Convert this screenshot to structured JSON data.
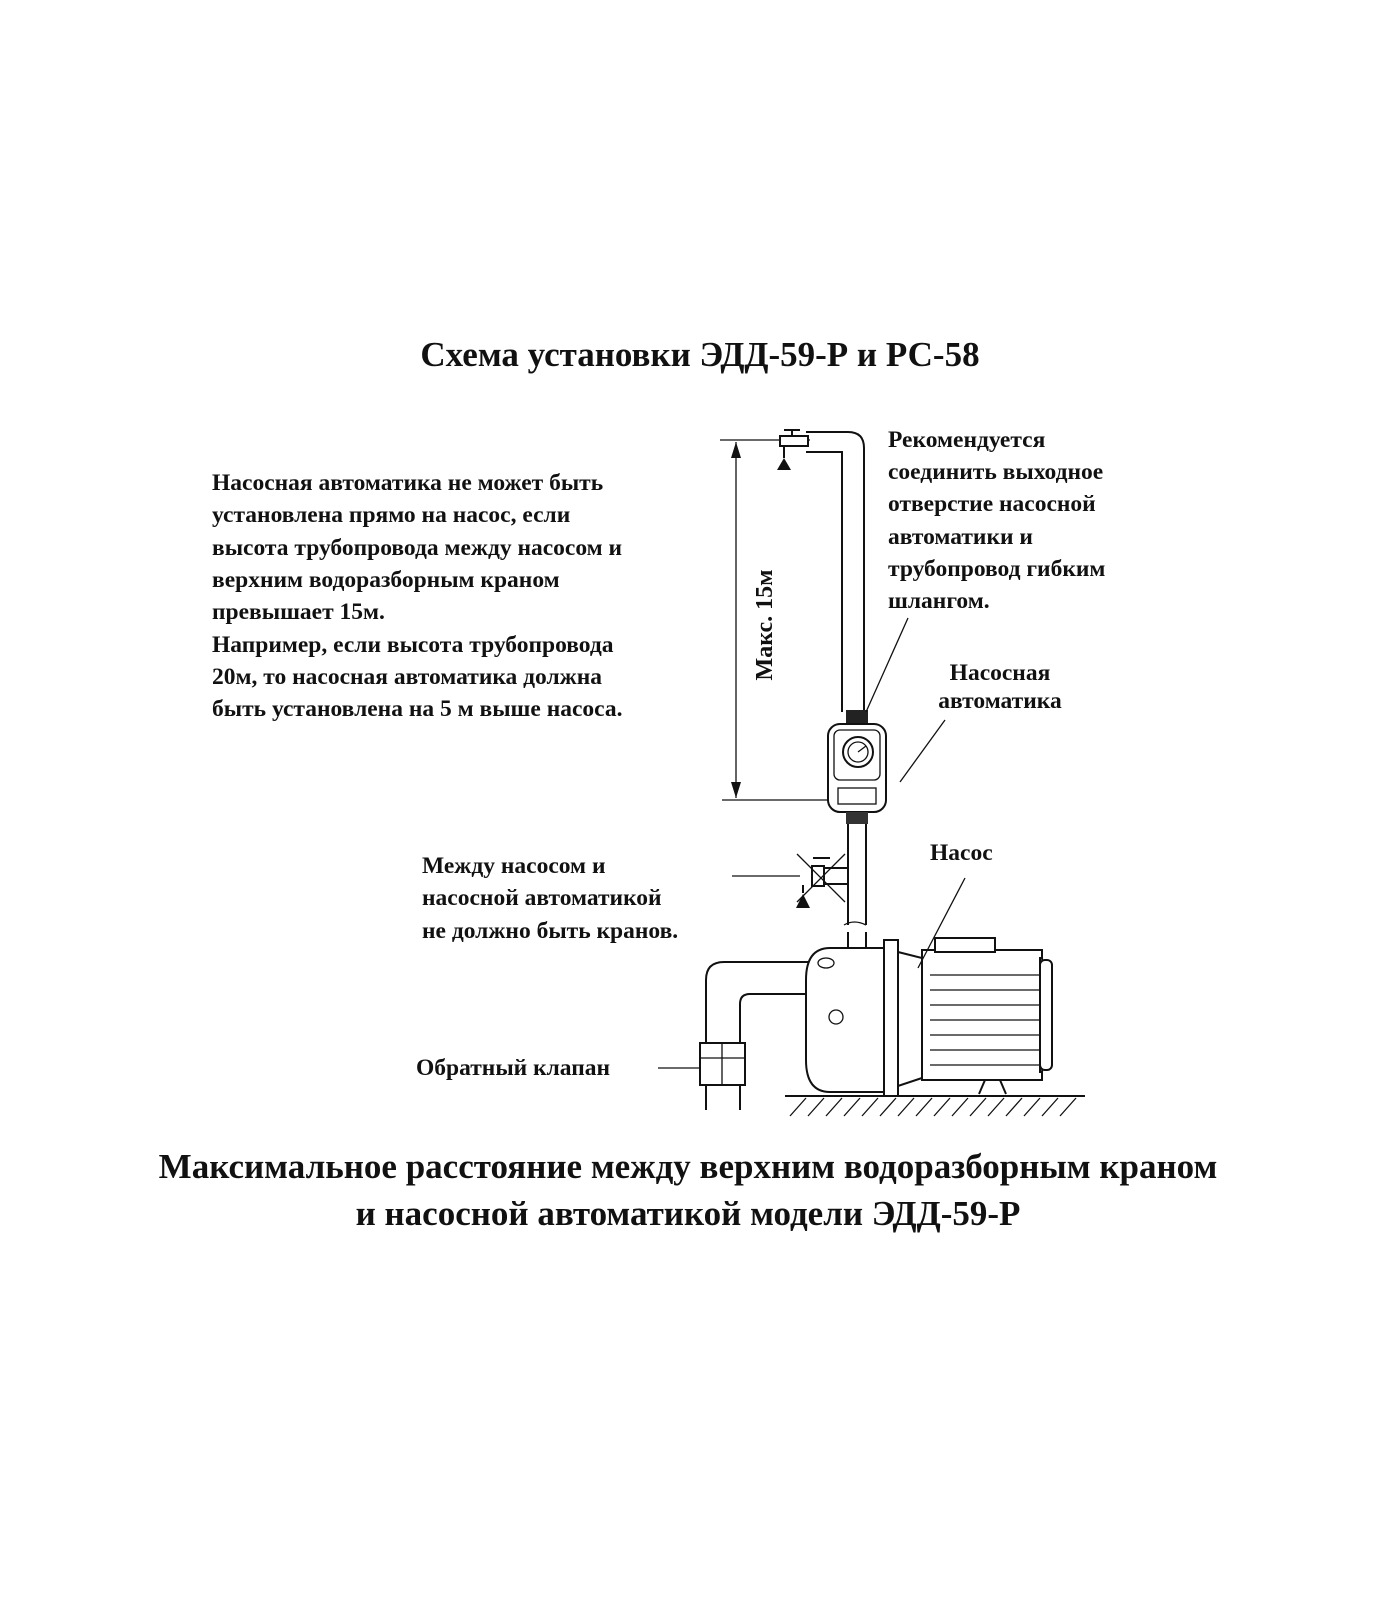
{
  "title": "Схема установки ЭДД-59-Р и РС-58",
  "left_note": [
    "Насосная автоматика не может быть",
    "установлена прямо на насос, если",
    "высота трубопровода между насосом и",
    "верхним водоразборным краном",
    "превышает 15м.",
    "Например, если высота трубопровода",
    "20м, то насосная автоматика должна",
    "быть установлена на 5 м выше насоса."
  ],
  "right_note": [
    "Рекомендуется",
    "соединить выходное",
    "отверстие насосной",
    "автоматики и",
    "трубопровод гибким",
    "шлангом."
  ],
  "dimension_label": "Макс. 15м",
  "labels": {
    "automation": [
      "Насосная",
      "автоматика"
    ],
    "pump": "Насос",
    "no_taps": [
      "Между насосом и",
      "насосной автоматикой",
      "не должно быть кранов."
    ],
    "check_valve": "Обратный клапан"
  },
  "caption": [
    "Максимальное расстояние между верхним водоразборным краном",
    "и насосной автоматикой модели ЭДД-59-Р"
  ]
}
